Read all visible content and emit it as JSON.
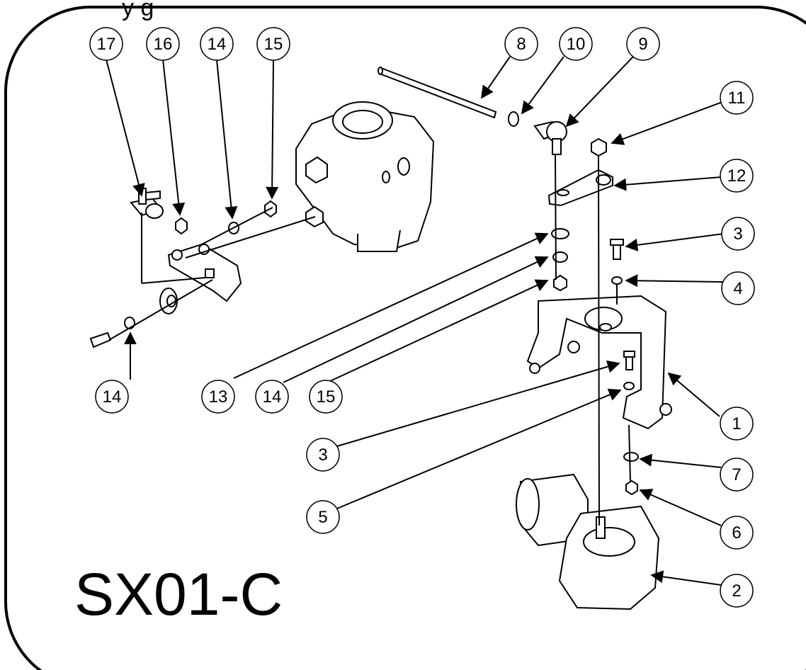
{
  "header_fragment": "y                   g",
  "model_code": "SX01-C",
  "callouts": [
    {
      "id": "c17a",
      "label": "17"
    },
    {
      "id": "c16a",
      "label": "16"
    },
    {
      "id": "c14a",
      "label": "14"
    },
    {
      "id": "c15a",
      "label": "15"
    },
    {
      "id": "c8",
      "label": "8"
    },
    {
      "id": "c10",
      "label": "10"
    },
    {
      "id": "c9",
      "label": "9"
    },
    {
      "id": "c11",
      "label": "11"
    },
    {
      "id": "c12",
      "label": "12"
    },
    {
      "id": "c3a",
      "label": "3"
    },
    {
      "id": "c4",
      "label": "4"
    },
    {
      "id": "c14b",
      "label": "14"
    },
    {
      "id": "c13",
      "label": "13"
    },
    {
      "id": "c14c",
      "label": "14"
    },
    {
      "id": "c15b",
      "label": "15"
    },
    {
      "id": "c1",
      "label": "1"
    },
    {
      "id": "c3b",
      "label": "3"
    },
    {
      "id": "c7",
      "label": "7"
    },
    {
      "id": "c5",
      "label": "5"
    },
    {
      "id": "c6",
      "label": "6"
    },
    {
      "id": "c2",
      "label": "2"
    }
  ]
}
